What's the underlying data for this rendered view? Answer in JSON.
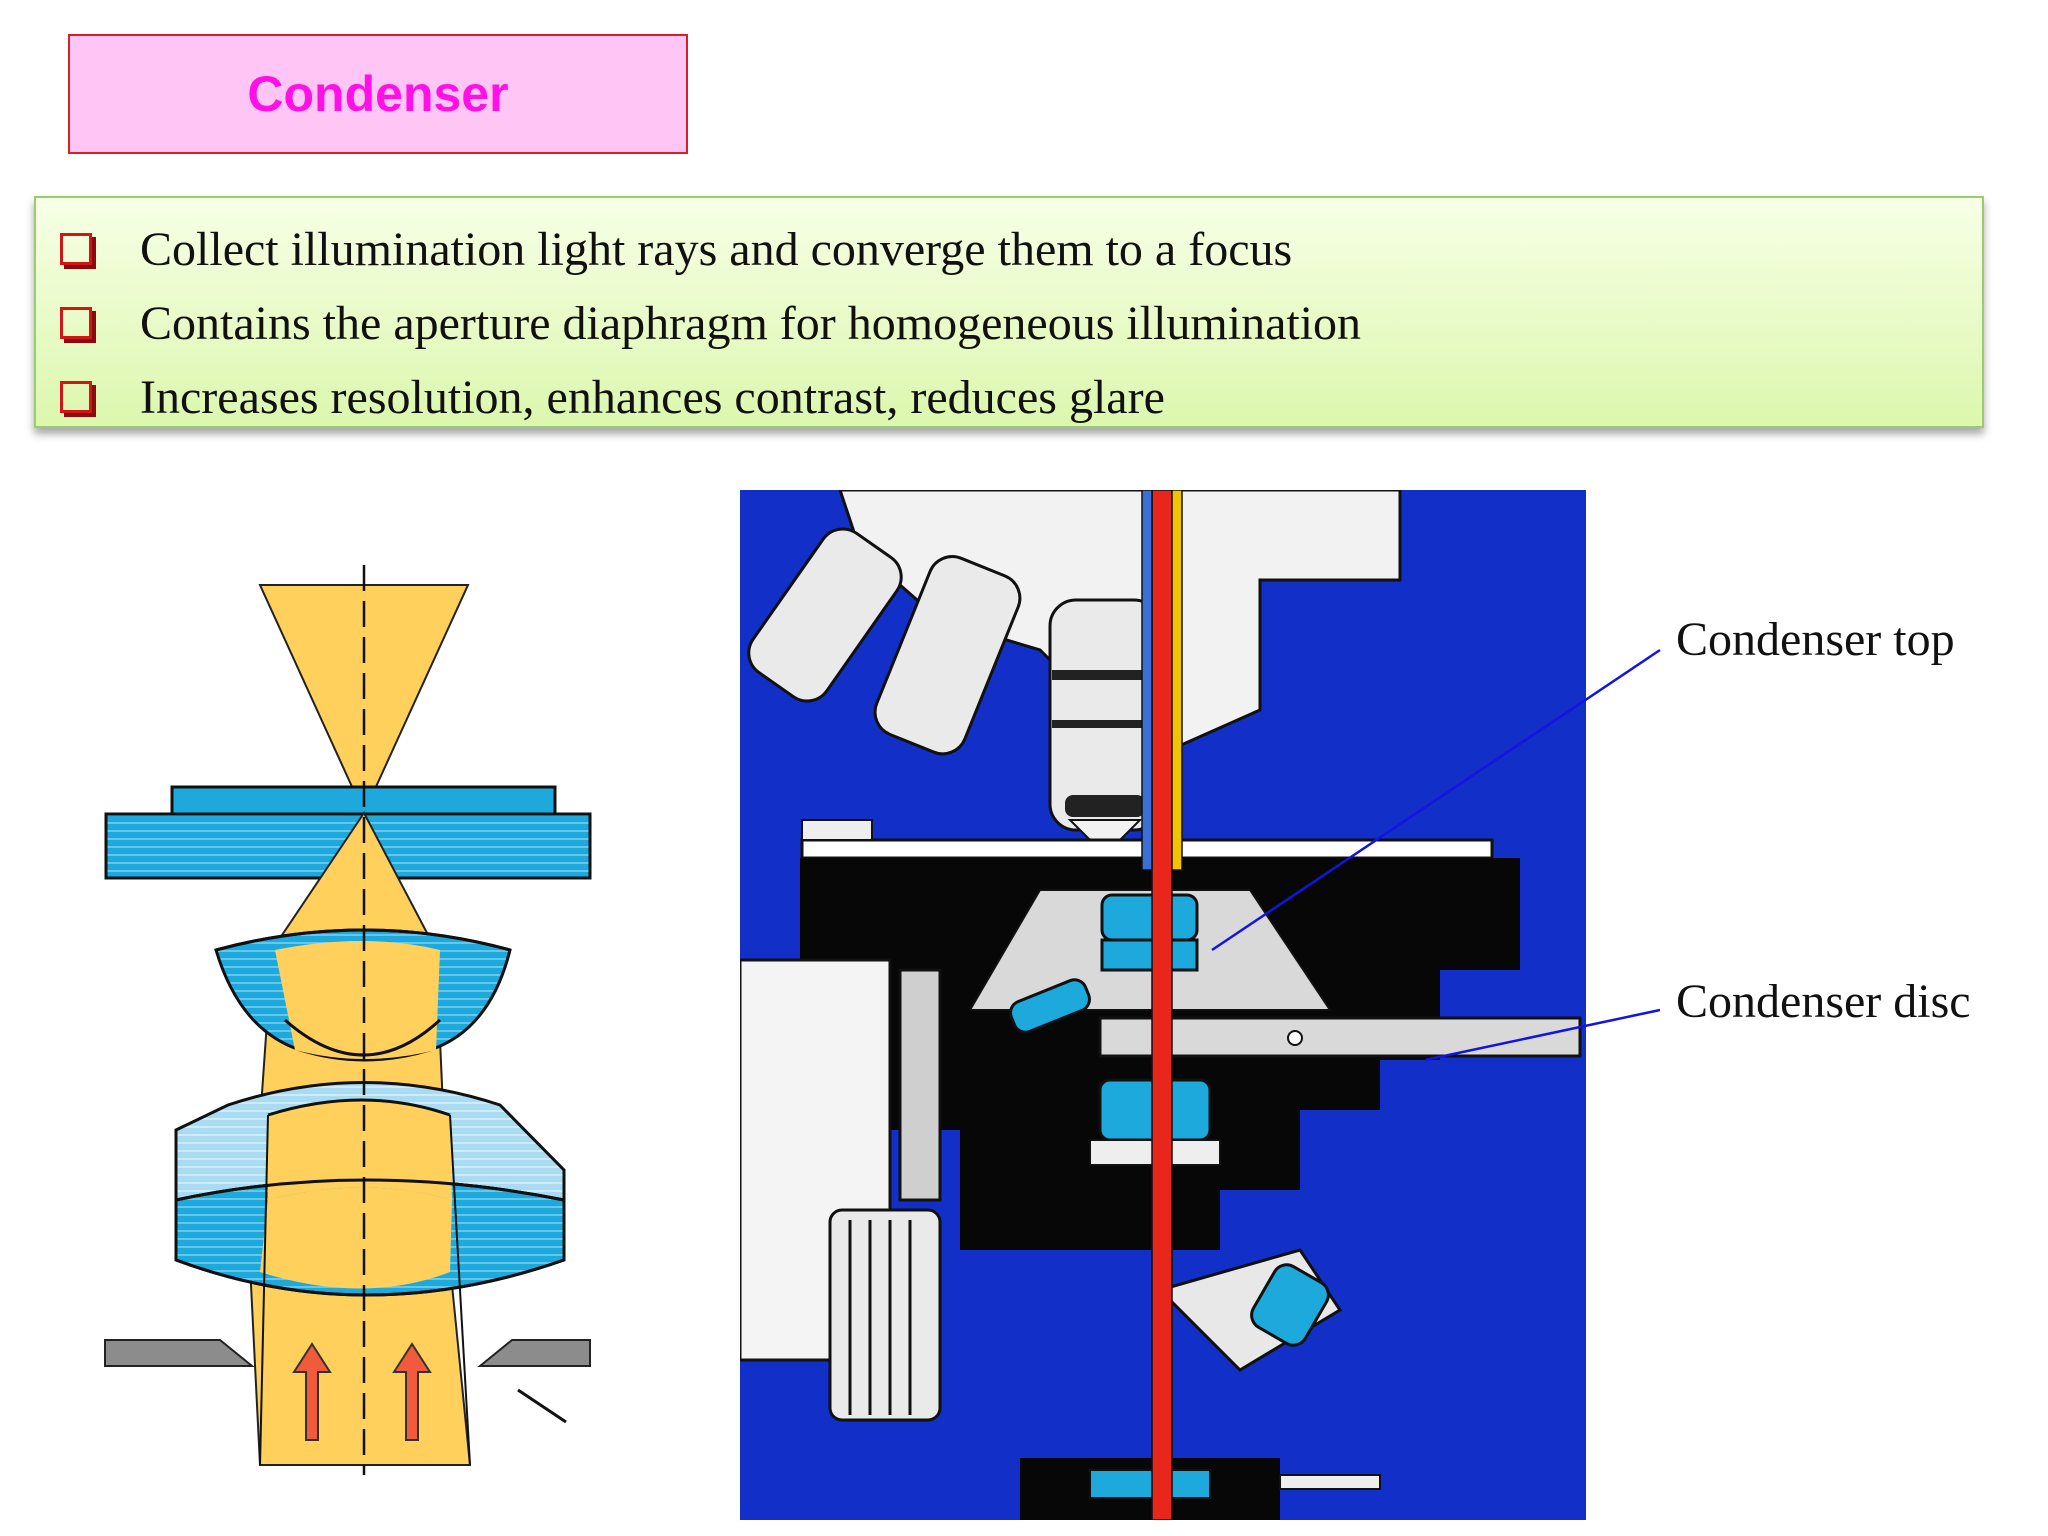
{
  "title": "Condenser",
  "bullets": [
    "Collect illumination light rays and converge them to a focus",
    "Contains the aperture diaphragm for homogeneous illumination",
    "Increases resolution, enhances contrast, reduces glare"
  ],
  "callouts": {
    "top": "Condenser top",
    "disc": "Condenser disc"
  },
  "colors": {
    "title_text": "#ff10e6",
    "title_bg": "#ffc6f5",
    "light_beam": "#ffd15c",
    "lens": "#1ea9dd",
    "background_panel": "#1230c8",
    "red_ray": "#e8261c"
  }
}
